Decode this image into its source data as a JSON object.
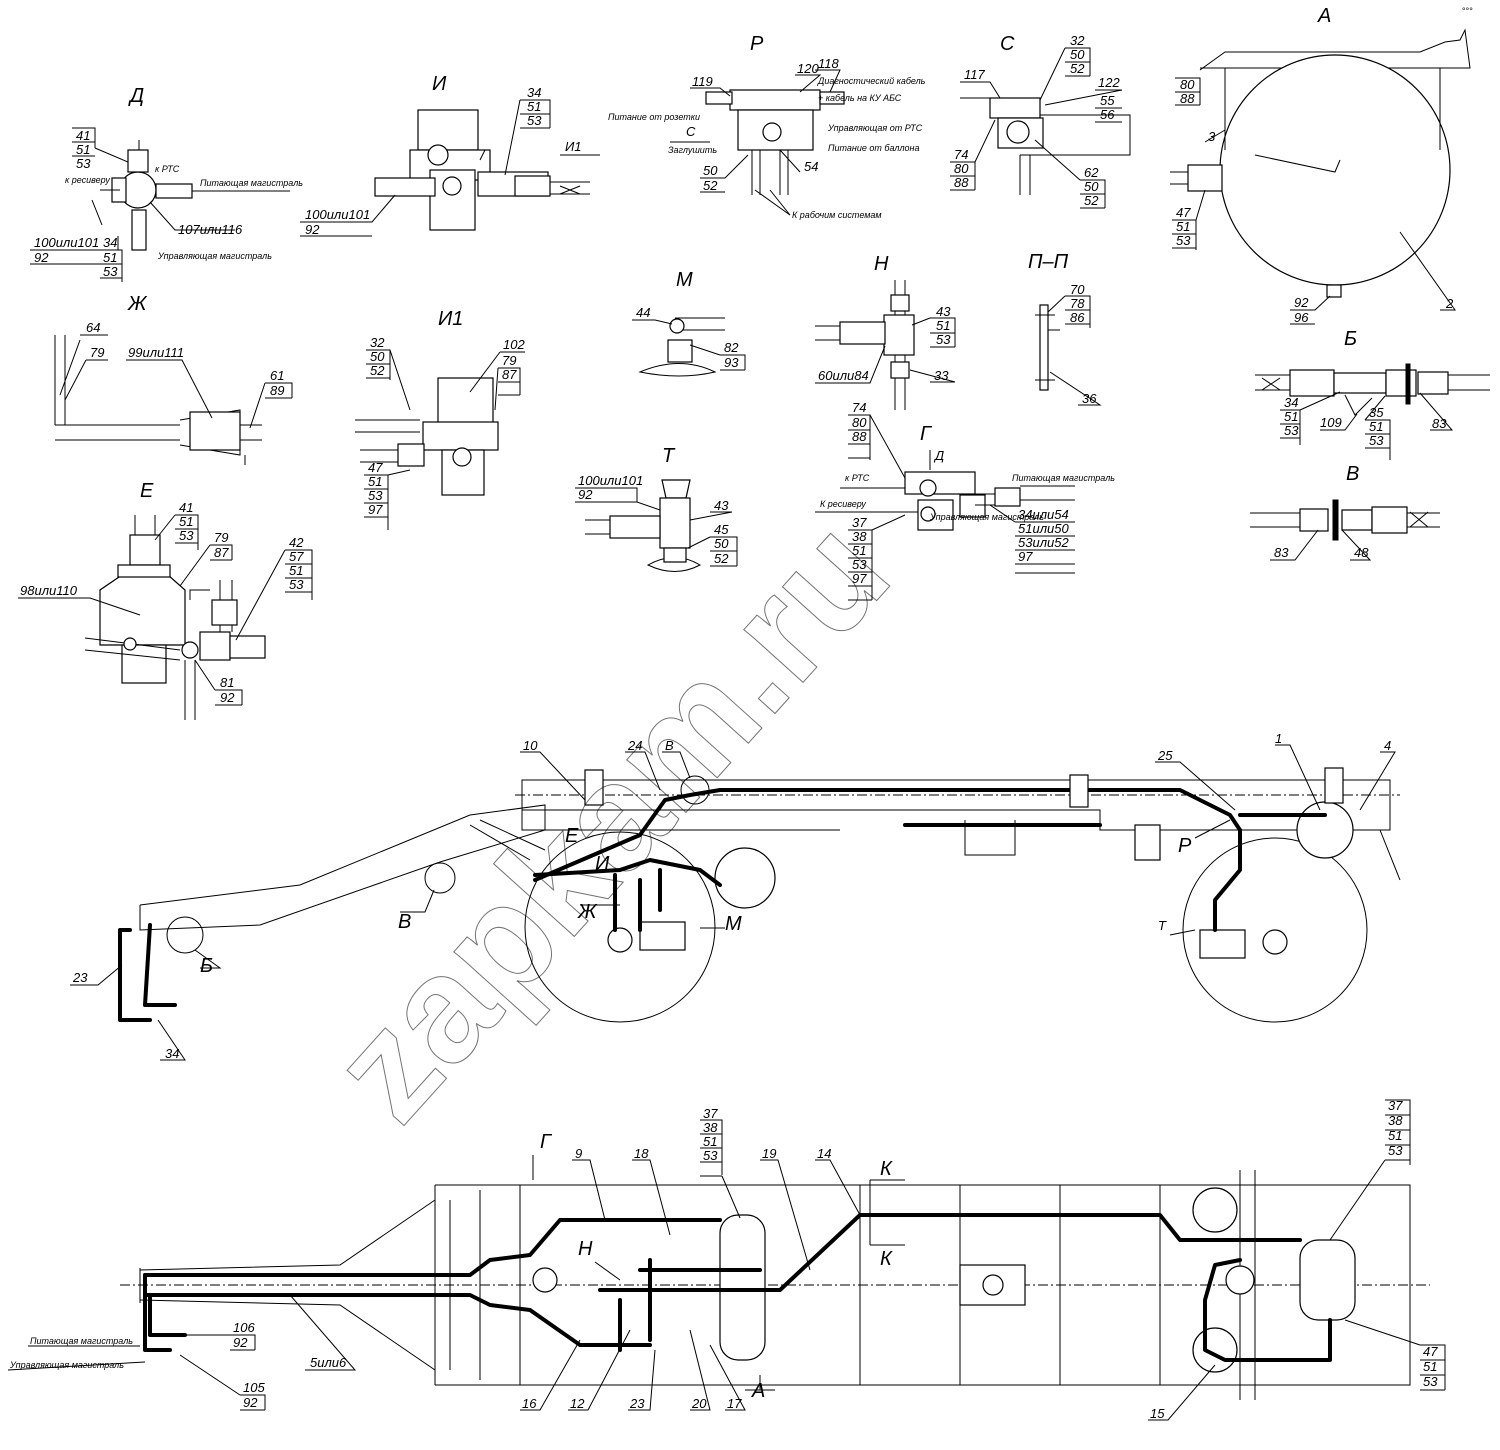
{
  "corner_mark": "°°°",
  "watermark": "zapkam.ru",
  "views": {
    "D": {
      "title": "Д",
      "ids": [
        "41",
        "51",
        "53",
        "34",
        "51",
        "53",
        "107или116",
        "100или101",
        "92"
      ],
      "captions": {
        "rts": "к РТС",
        "receiver": "к ресиверу",
        "supply": "Питающая магистраль",
        "control": "Управляющая магистраль"
      }
    },
    "I": {
      "title": "И",
      "ids": [
        "34",
        "51",
        "53",
        "100или101",
        "92"
      ],
      "arrow": "И1"
    },
    "R": {
      "title": "Р",
      "ids": [
        "119",
        "120",
        "118",
        "50",
        "52",
        "54"
      ],
      "captions": {
        "diag": "Диагностический кабель",
        "diag2": "+ кабель на КУ АБС",
        "socket": "Питание от розетки",
        "control": "Управляющая от РТС",
        "plug": "Заглушить",
        "cyl": "Питание от баллона",
        "work": "К рабочим системам",
        "c": "С"
      }
    },
    "S": {
      "title": "С",
      "ids": [
        "117",
        "32",
        "50",
        "52",
        "122",
        "55",
        "56",
        "74",
        "80",
        "88",
        "62",
        "50",
        "52"
      ]
    },
    "A": {
      "title": "А",
      "ids": [
        "80",
        "88",
        "3",
        "47",
        "51",
        "53",
        "92",
        "96",
        "2"
      ]
    },
    "Zh": {
      "title": "Ж",
      "ids": [
        "64",
        "79",
        "99или111",
        "61",
        "89"
      ]
    },
    "I1": {
      "title": "И1",
      "ids": [
        "32",
        "50",
        "52",
        "102",
        "79",
        "87",
        "47",
        "51",
        "53",
        "97"
      ]
    },
    "M": {
      "title": "М",
      "ids": [
        "44",
        "82",
        "93"
      ]
    },
    "N": {
      "title": "Н",
      "ids": [
        "43",
        "51",
        "53",
        "60или84",
        "33"
      ]
    },
    "PP": {
      "title": "П–П",
      "ids": [
        "70",
        "78",
        "86",
        "36"
      ]
    },
    "B": {
      "title": "Б",
      "ids": [
        "34",
        "51",
        "53",
        "109",
        "35",
        "51",
        "53",
        "83"
      ]
    },
    "V": {
      "title": "В",
      "ids": [
        "83",
        "48"
      ]
    },
    "E": {
      "title": "Е",
      "ids": [
        "41",
        "51",
        "53",
        "79",
        "87",
        "42",
        "57",
        "51",
        "53",
        "98или110",
        "81",
        "92"
      ]
    },
    "T": {
      "title": "Т",
      "ids": [
        "100или101",
        "92",
        "43",
        "45",
        "50",
        "52"
      ]
    },
    "G": {
      "title": "Г",
      "ids": [
        "74",
        "80",
        "88",
        "37",
        "38",
        "51",
        "53",
        "97",
        "34или54",
        "51или50",
        "53или52",
        "97"
      ],
      "captions": {
        "rts": "к РТС",
        "receiver": "К ресиверу",
        "supply": "Питающая магистраль",
        "control": "Управляющая магистраль",
        "d": "Д"
      }
    }
  },
  "side_view": {
    "labels": [
      "10",
      "24",
      "В",
      "1",
      "25",
      "4",
      "Р",
      "Е",
      "И",
      "Ж",
      "М",
      "В",
      "Б",
      "23",
      "34",
      "Т"
    ]
  },
  "plan_view": {
    "labels": [
      "Г",
      "9",
      "18",
      "37",
      "38",
      "51",
      "53",
      "19",
      "14",
      "К",
      "К",
      "37",
      "38",
      "51",
      "53",
      "Н",
      "106",
      "92",
      "105",
      "92",
      "5или6",
      "16",
      "12",
      "23",
      "20",
      "17",
      "А",
      "15",
      "47",
      "51",
      "53"
    ],
    "captions": {
      "supply": "Питающая магистраль",
      "control": "Управляющая магистраль"
    }
  }
}
